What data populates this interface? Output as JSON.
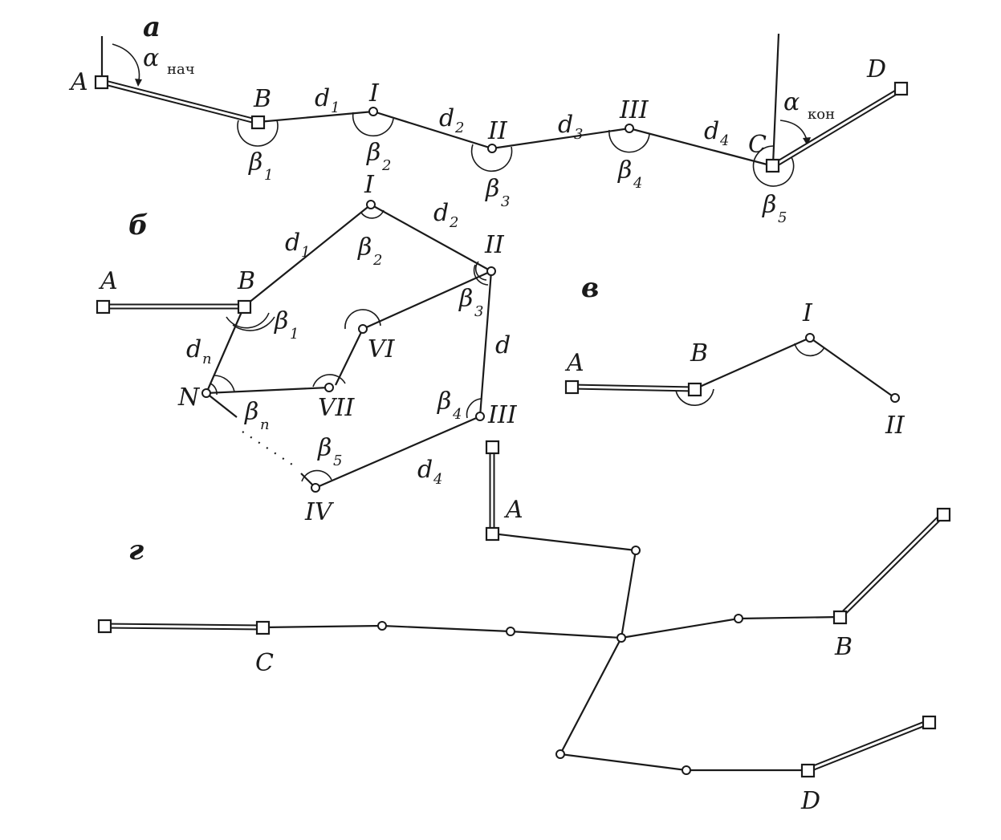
{
  "panels": {
    "a": "а",
    "b": "б",
    "v": "в",
    "g": "г"
  },
  "panel_a": {
    "points": {
      "A": "A",
      "B": "B",
      "I": "I",
      "II": "II",
      "III": "III",
      "C": "C",
      "D": "D"
    },
    "distances": {
      "d1": "d",
      "d1_sub": "1",
      "d2": "d",
      "d2_sub": "2",
      "d3": "d",
      "d3_sub": "3",
      "d4": "d",
      "d4_sub": "4"
    },
    "angles": {
      "b1": "β",
      "b1_sub": "1",
      "b2": "β",
      "b2_sub": "2",
      "b3": "β",
      "b3_sub": "3",
      "b4": "β",
      "b4_sub": "4",
      "b5": "β",
      "b5_sub": "5"
    },
    "alpha_start": "α",
    "alpha_start_sub": "нач",
    "alpha_end": "α",
    "alpha_end_sub": "кон"
  },
  "panel_b": {
    "points": {
      "A": "A",
      "B": "B",
      "I": "I",
      "II": "II",
      "III": "III",
      "IV": "IV",
      "VI": "VI",
      "VII": "VII",
      "N": "N"
    },
    "distances": {
      "d1": "d",
      "d1_sub": "1",
      "d2": "d",
      "d2_sub": "2",
      "d": "d",
      "d4": "d",
      "d4_sub": "4",
      "dn": "d",
      "dn_sub": "n"
    },
    "angles": {
      "b1": "β",
      "b1_sub": "1",
      "b2": "β",
      "b2_sub": "2",
      "b3": "β",
      "b3_sub": "3",
      "b4": "β",
      "b4_sub": "4",
      "b5": "β",
      "b5_sub": "5",
      "bn": "β",
      "bn_sub": "n"
    }
  },
  "panel_v": {
    "points": {
      "A": "A",
      "B": "B",
      "I": "I",
      "II": "II"
    }
  },
  "panel_g": {
    "points": {
      "A": "A",
      "B": "B",
      "C": "C",
      "D": "D"
    }
  }
}
